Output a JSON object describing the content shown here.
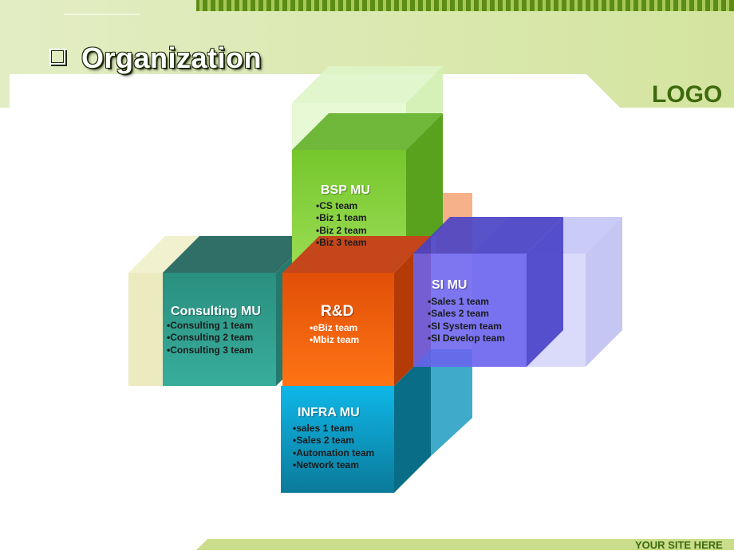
{
  "slide": {
    "title": "Organization",
    "logo": "LOGO",
    "footer": "YOUR SITE HERE",
    "colors": {
      "header_green": "#d7e6a9",
      "accent_green": "#6b9a1e",
      "bsp": "#7dc83a",
      "consulting": "#2f9e8c",
      "rnd": "#f26a12",
      "si": "#6a5ff0",
      "infra": "#19a6c8"
    }
  },
  "units": [
    {
      "key": "bsp",
      "name": "BSP MU",
      "teams": [
        "CS team",
        "Biz 1 team",
        "Biz 2 team",
        "Biz 3 team"
      ]
    },
    {
      "key": "consulting",
      "name": "Consulting MU",
      "teams": [
        "Consulting 1 team",
        "Consulting 2 team",
        "Consulting 3 team"
      ]
    },
    {
      "key": "rnd",
      "name": "R&D",
      "teams": [
        "eBiz team",
        "Mbiz team"
      ]
    },
    {
      "key": "si",
      "name": "SI MU",
      "teams": [
        "Sales 1 team",
        "Sales 2 team",
        "SI System team",
        "SI Develop team"
      ]
    },
    {
      "key": "infra",
      "name": "INFRA MU",
      "teams": [
        "sales 1 team",
        "Sales 2 team",
        "Automation team",
        "Network  team"
      ]
    }
  ]
}
